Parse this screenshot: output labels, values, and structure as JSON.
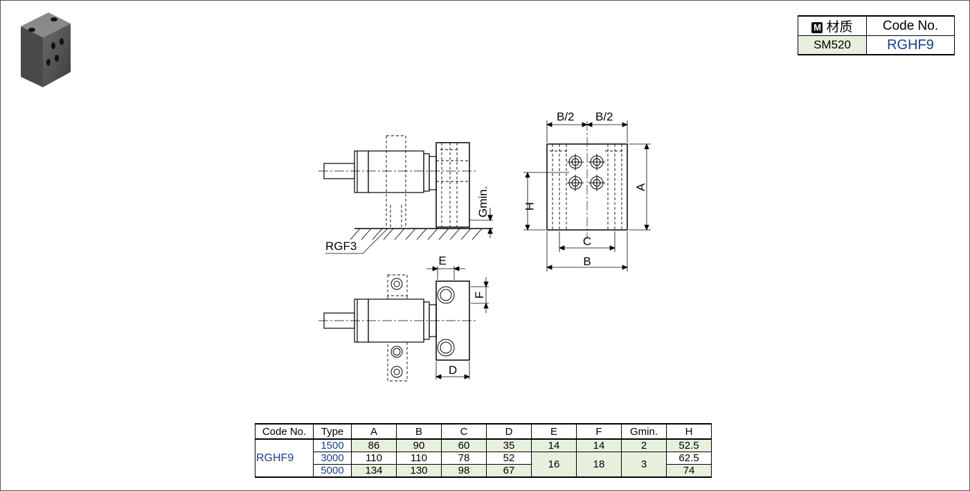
{
  "material_table": {
    "badge": "M",
    "material_header": "材质",
    "code_header": "Code No.",
    "material_value": "SM520",
    "code_value": "RGHF9"
  },
  "drawing": {
    "labels": {
      "b_half_left": "B/2",
      "b_half_right": "B/2",
      "a": "A",
      "h": "H",
      "c": "C",
      "b": "B",
      "gmin": "Gmin.",
      "rgf3": "RGF3",
      "e": "E",
      "f": "F",
      "d": "D"
    }
  },
  "spec_table": {
    "headers": [
      "Code No.",
      "Type",
      "A",
      "B",
      "C",
      "D",
      "E",
      "F",
      "Gmin.",
      "H"
    ],
    "code": "RGHF9",
    "rows": [
      {
        "type": "1500",
        "A": "86",
        "B": "90",
        "C": "60",
        "D": "35",
        "H": "52.5"
      },
      {
        "type": "3000",
        "A": "110",
        "B": "110",
        "C": "78",
        "D": "52",
        "H": "62.5"
      },
      {
        "type": "5000",
        "A": "134",
        "B": "130",
        "C": "98",
        "D": "67",
        "H": "74"
      }
    ],
    "E": [
      "14",
      "16"
    ],
    "F": [
      "14",
      "18"
    ],
    "Gmin": [
      "2",
      "3"
    ]
  }
}
